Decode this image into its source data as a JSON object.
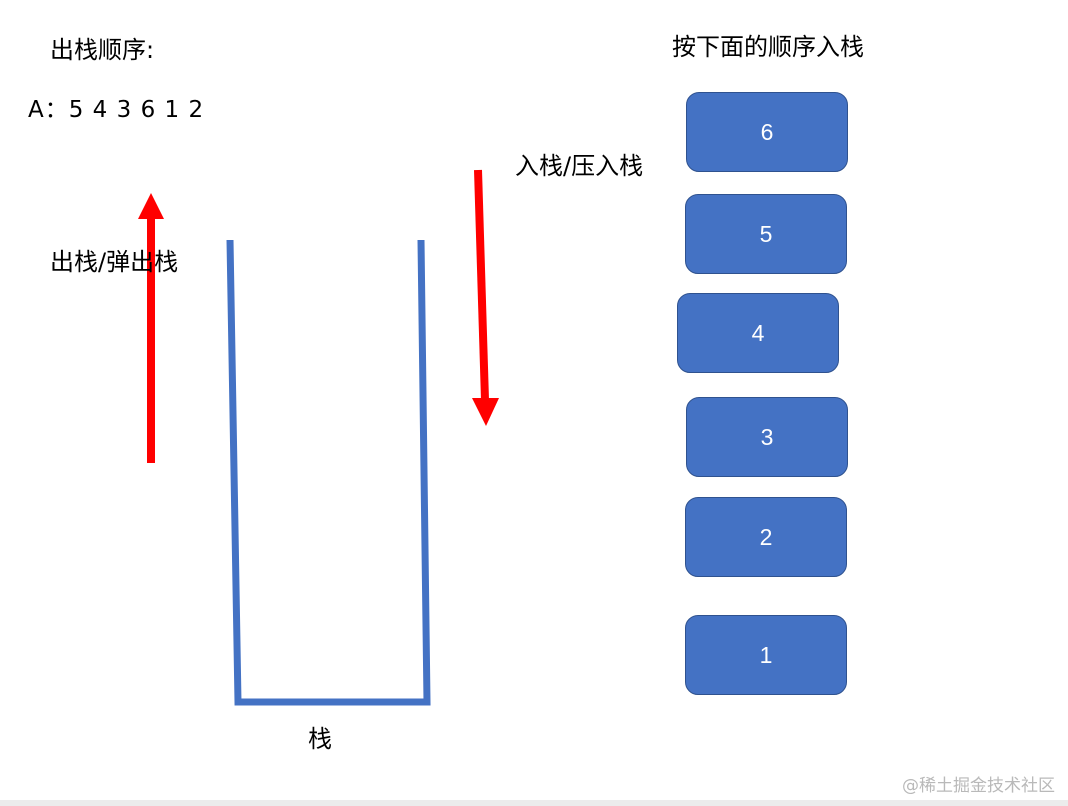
{
  "texts": {
    "pop_order_title": "出栈顺序:",
    "pop_order_seq": "A：5 4 3 6 1 2",
    "push_order_title": "按下面的顺序入栈",
    "push_label": "入栈/压入栈",
    "pop_label": "出栈/弹出栈",
    "stack_label": "栈",
    "watermark": "@稀土掘金技术社区"
  },
  "boxes": [
    {
      "label": "6"
    },
    {
      "label": "5"
    },
    {
      "label": "4"
    },
    {
      "label": "3"
    },
    {
      "label": "2"
    },
    {
      "label": "1"
    }
  ],
  "colors": {
    "box_fill": "#4472c4",
    "box_border": "#2f528f",
    "stack_outline": "#4472c4",
    "arrow": "#ff0000",
    "text": "#000000",
    "watermark": "#b9b9b9"
  }
}
